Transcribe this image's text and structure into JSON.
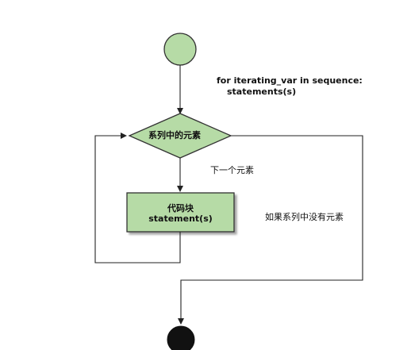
{
  "code": {
    "line1": "for iterating_var in sequence:",
    "line2": "statements(s)"
  },
  "decision": {
    "label": "系列中的元素"
  },
  "edges": {
    "next_label": "下一个元素",
    "empty_label": "如果系列中没有元素"
  },
  "block": {
    "line1": "代码块",
    "line2": "statement(s)"
  },
  "colors": {
    "node_fill": "#b6dba6",
    "node_stroke": "#333333",
    "line": "#222222"
  }
}
